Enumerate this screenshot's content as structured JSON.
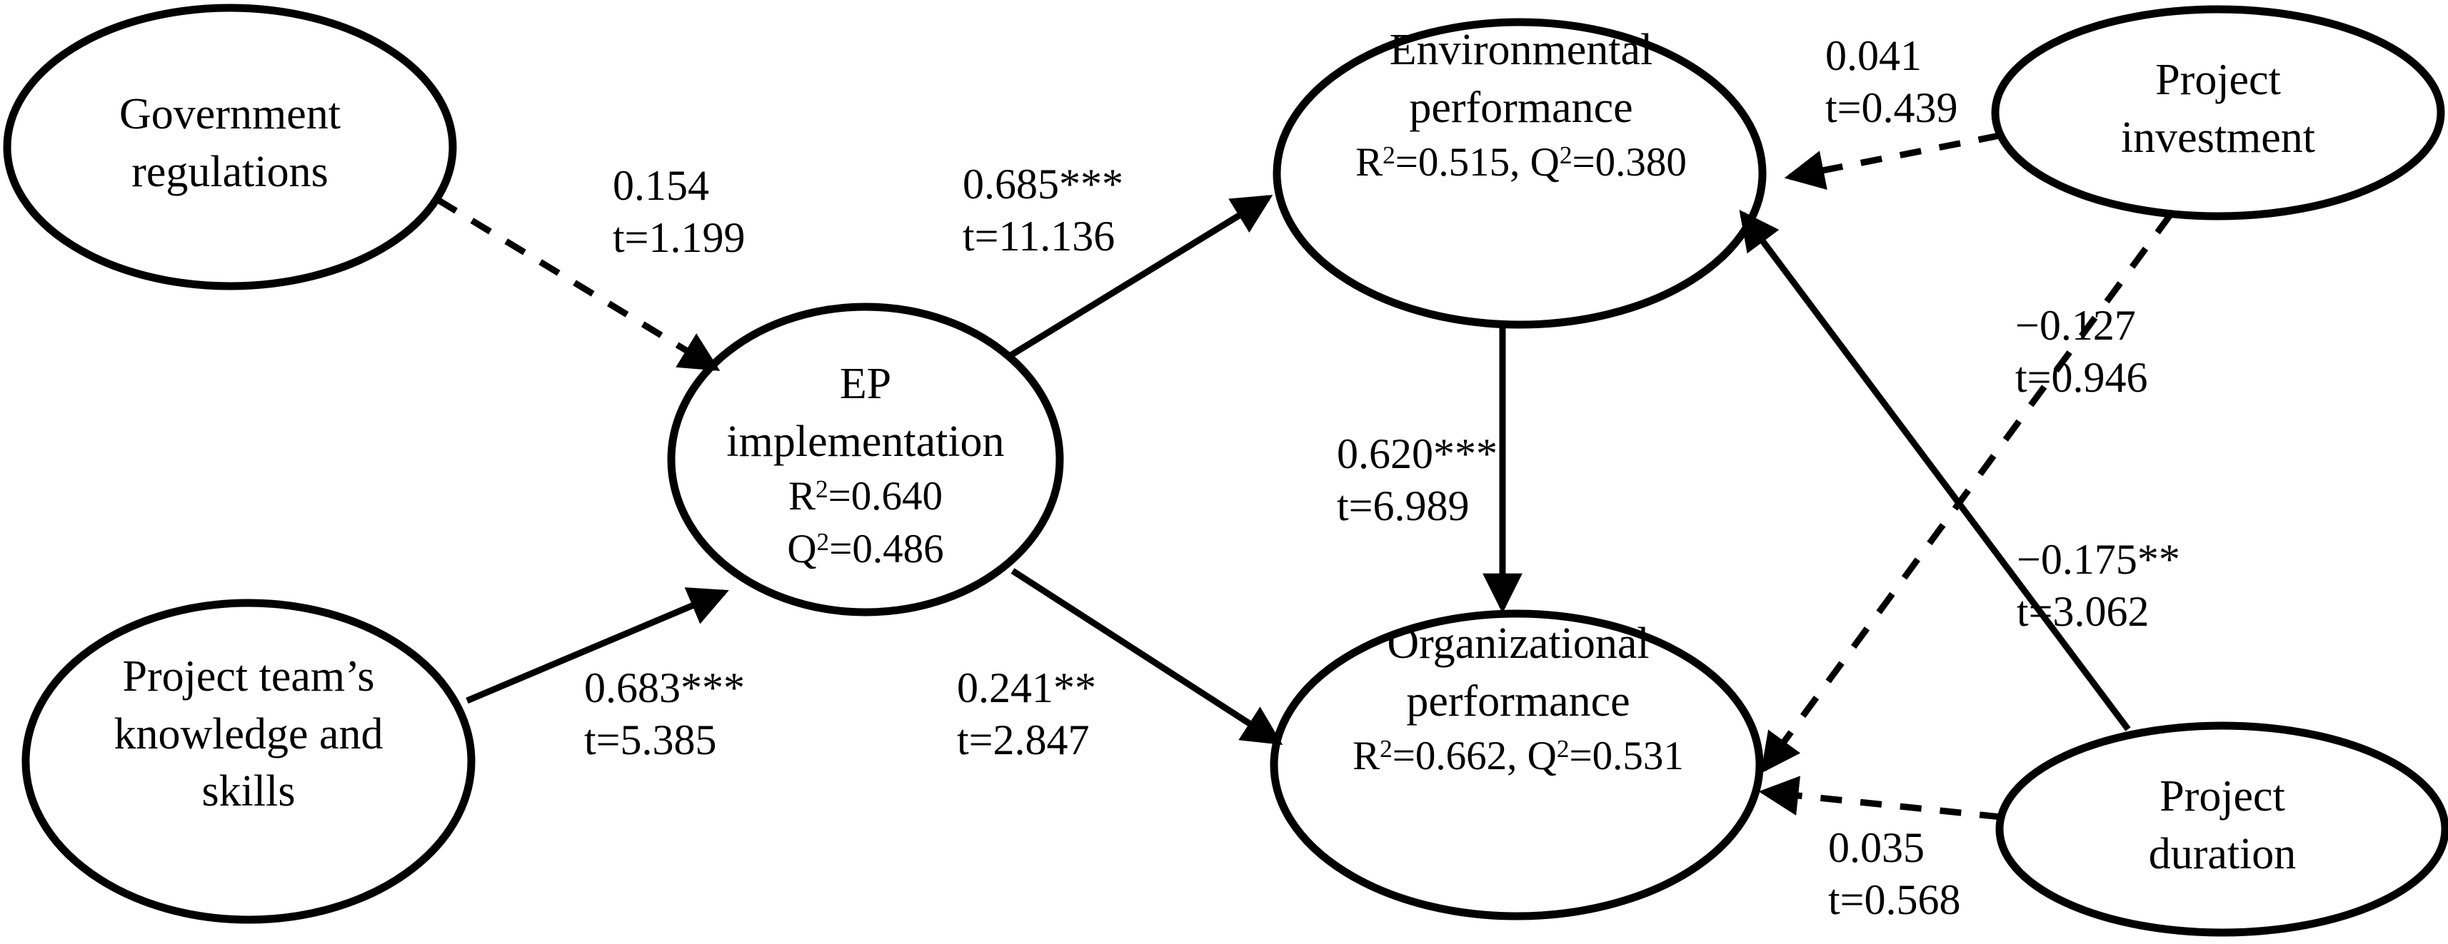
{
  "diagram": {
    "title": "Structural equation model path diagram",
    "stroke_color": "#000000",
    "background_color": "#ffffff"
  },
  "nodes": [
    {
      "id": "government-regulations",
      "lines": [
        "Government",
        "regulations"
      ],
      "stats": [],
      "shape": "ellipse"
    },
    {
      "id": "project-team-knowledge-and-skills",
      "lines": [
        "Project team’s",
        "knowledge and",
        "skills"
      ],
      "stats": [],
      "shape": "ellipse"
    },
    {
      "id": "ep-implementation",
      "lines": [
        "EP",
        "implementation"
      ],
      "stats": [
        "R²=0.640",
        "Q²=0.486"
      ],
      "r2": "0.640",
      "q2": "0.486",
      "shape": "ellipse"
    },
    {
      "id": "environmental-performance",
      "lines": [
        "Environmental",
        "performance"
      ],
      "stats": [
        "R²=0.515, Q²=0.380"
      ],
      "r2": "0.515",
      "q2": "0.380",
      "shape": "ellipse"
    },
    {
      "id": "organizational-performance",
      "lines": [
        "Organizational",
        "performance"
      ],
      "stats": [
        "R²=0.662, Q²=0.531"
      ],
      "r2": "0.662",
      "q2": "0.531",
      "shape": "ellipse"
    },
    {
      "id": "project-investment",
      "lines": [
        "Project",
        "investment"
      ],
      "stats": [],
      "shape": "ellipse"
    },
    {
      "id": "project-duration",
      "lines": [
        "Project",
        "duration"
      ],
      "stats": [],
      "shape": "ellipse"
    }
  ],
  "edges": [
    {
      "id": "gov-to-ep",
      "from": "government-regulations",
      "to": "ep-implementation",
      "coefficient": "0.154",
      "t_label": "t=1.199",
      "t_value": 1.199,
      "significant": false,
      "line_style": "dashed"
    },
    {
      "id": "team-to-ep",
      "from": "project-team-knowledge-and-skills",
      "to": "ep-implementation",
      "coefficient": "0.683***",
      "t_label": "t=5.385",
      "t_value": 5.385,
      "significant": true,
      "line_style": "solid"
    },
    {
      "id": "ep-to-env",
      "from": "ep-implementation",
      "to": "environmental-performance",
      "coefficient": "0.685***",
      "t_label": "t=11.136",
      "t_value": 11.136,
      "significant": true,
      "line_style": "solid"
    },
    {
      "id": "ep-to-org",
      "from": "ep-implementation",
      "to": "organizational-performance",
      "coefficient": "0.241**",
      "t_label": "t=2.847",
      "t_value": 2.847,
      "significant": true,
      "line_style": "solid"
    },
    {
      "id": "env-to-org",
      "from": "environmental-performance",
      "to": "organizational-performance",
      "coefficient": "0.620***",
      "t_label": "t=6.989",
      "t_value": 6.989,
      "significant": true,
      "line_style": "solid"
    },
    {
      "id": "investment-to-env",
      "from": "project-investment",
      "to": "environmental-performance",
      "coefficient": "0.041",
      "t_label": "t=0.439",
      "t_value": 0.439,
      "significant": false,
      "line_style": "dashed"
    },
    {
      "id": "investment-to-org",
      "from": "project-investment",
      "to": "organizational-performance",
      "coefficient": "−0.127",
      "t_label": "t=0.946",
      "t_value": 0.946,
      "significant": false,
      "line_style": "dashed"
    },
    {
      "id": "duration-to-env",
      "from": "project-duration",
      "to": "environmental-performance",
      "coefficient": "−0.175**",
      "t_label": "t=3.062",
      "t_value": 3.062,
      "significant": true,
      "line_style": "solid"
    },
    {
      "id": "duration-to-org",
      "from": "project-duration",
      "to": "organizational-performance",
      "coefficient": "0.035",
      "t_label": "t=0.568",
      "t_value": 0.568,
      "significant": false,
      "line_style": "dashed"
    }
  ]
}
